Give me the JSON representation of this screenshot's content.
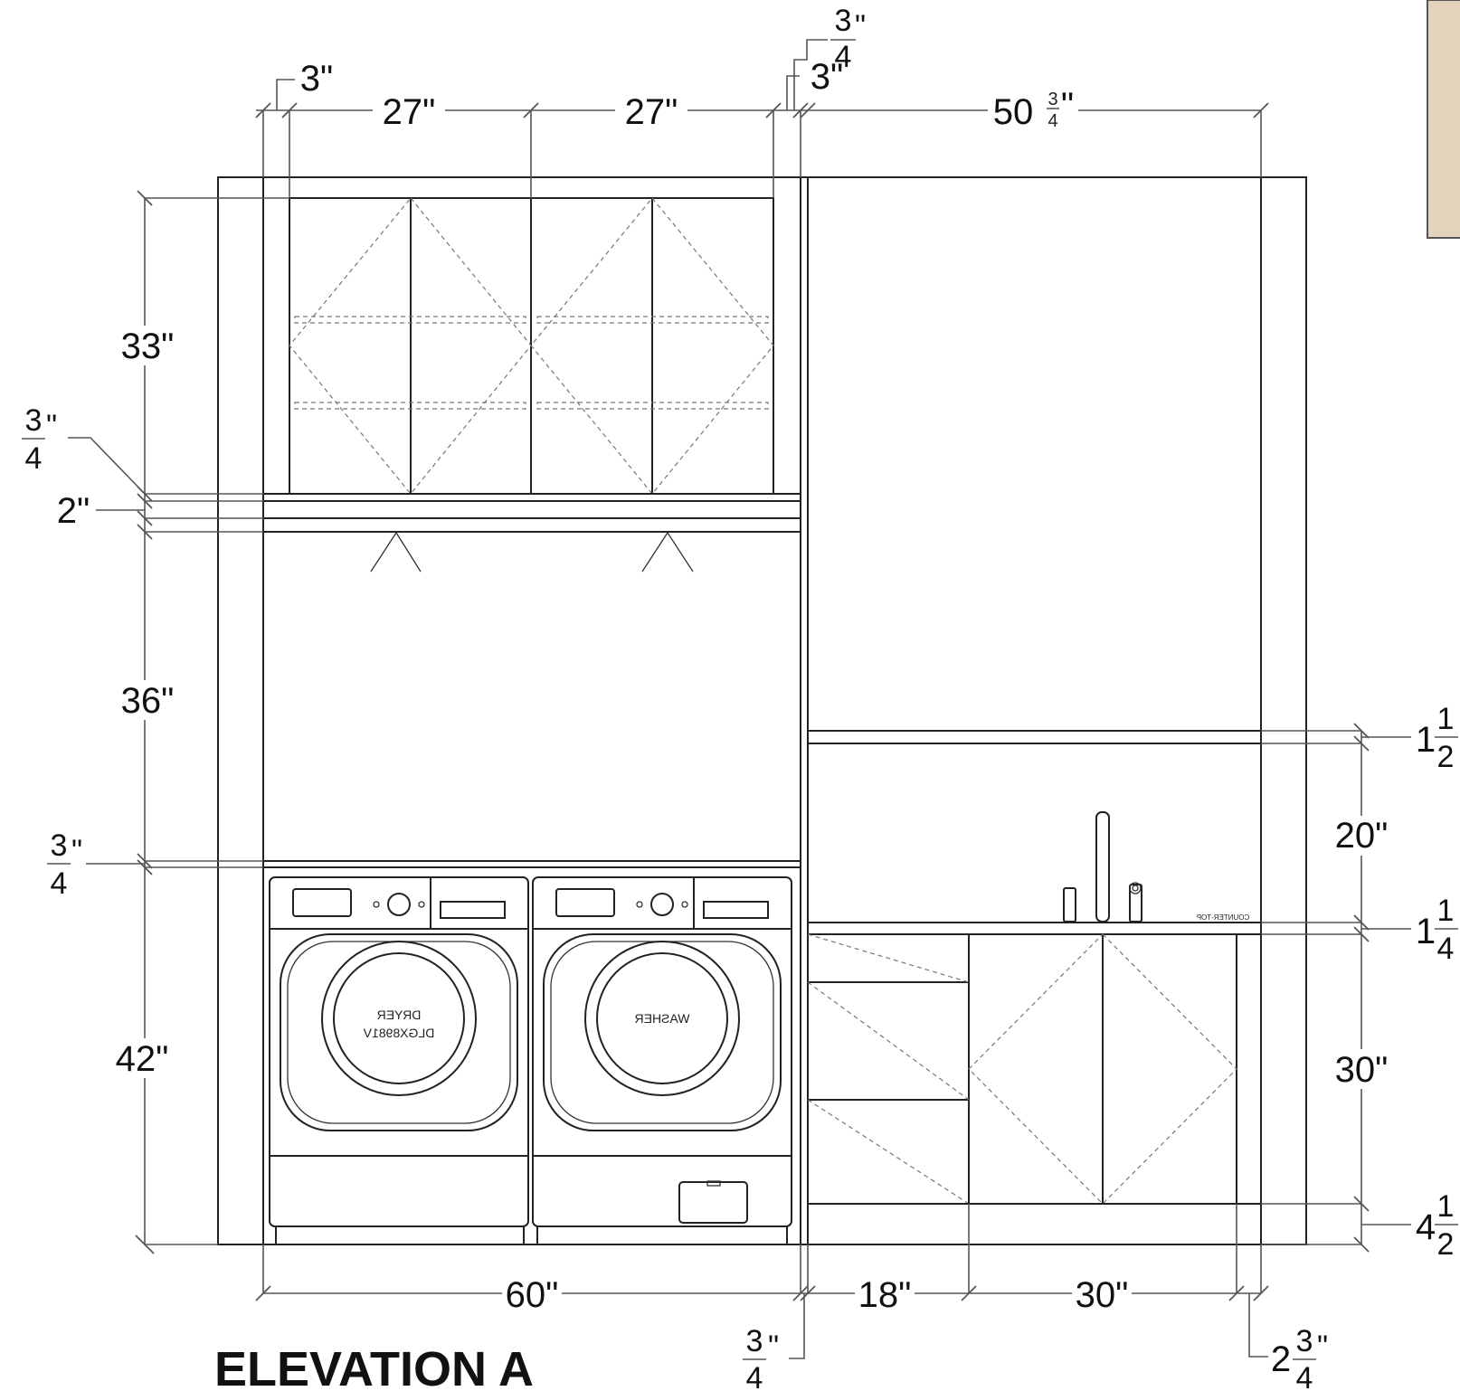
{
  "title": "ELEVATION A",
  "dimensions": {
    "top_left_return": "3\"",
    "upper_cab_1": "27\"",
    "upper_cab_2": "27\"",
    "panel_top_frac": "3\"",
    "panel_gap_top": "3\"",
    "right_width": "50",
    "upper_height": "33\"",
    "shelf_gap": "2\"",
    "open_height": "36\"",
    "lower_height": "42\"",
    "bottom_60": "60\"",
    "bottom_18": "18\"",
    "bottom_30": "30\"",
    "right_20": "20\"",
    "right_30": "30\"",
    "bottom_left_frac": "\"",
    "bottom_right_whole": "2",
    "right_top_whole": "1",
    "right_mid_whole": "1",
    "right_bot_whole": "4"
  },
  "fractions": {
    "three_quarter_num": "3",
    "three_quarter_den": "4",
    "half_num": "1",
    "half_den": "2",
    "quarter_num": "1",
    "quarter_den": "4"
  },
  "appliances": {
    "dryer_label": "DRYER",
    "dryer_model": "DLGX8981V",
    "washer_label": "WASHER"
  },
  "countertop_label": "COUNTER-TOP",
  "colors": {
    "line": "#222222",
    "dimension": "#555555",
    "hidden": "#777777",
    "wood_swatch": "#e3d3bc"
  }
}
